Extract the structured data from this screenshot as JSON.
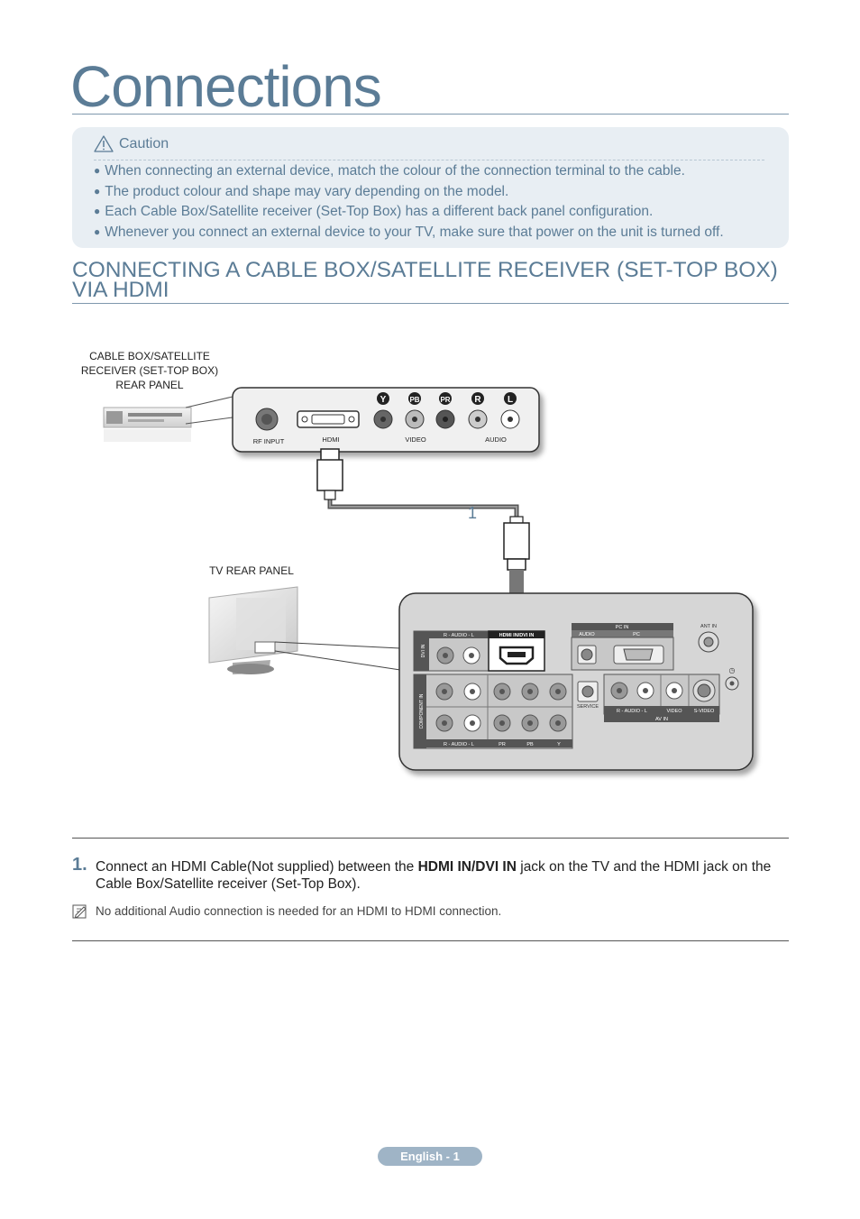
{
  "page": {
    "title": "Connections",
    "footer": "English - 1"
  },
  "caution": {
    "label": "Caution",
    "items": [
      "When connecting an external device, match the colour of the connection terminal to the cable.",
      "The product colour and shape may vary depending on the model.",
      "Each Cable Box/Satellite receiver (Set-Top Box) has a different back panel configuration.",
      "Whenever you connect an external device to your TV, make sure that power on the unit is turned off."
    ]
  },
  "section": {
    "title": "CONNECTING A CABLE BOX/SATELLITE RECEIVER (SET-TOP BOX) VIA HDMI"
  },
  "diagram": {
    "stb_label_lines": [
      "CABLE BOX/SATELLITE",
      "RECEIVER (SET-TOP BOX)",
      "REAR PANEL"
    ],
    "tv_label": "TV REAR PANEL",
    "stb_ports": {
      "rf": "RF INPUT",
      "hdmi": "HDMI",
      "video": "VIDEO",
      "audio": "AUDIO",
      "jack_letters": [
        "Y",
        "PB",
        "PR",
        "R",
        "L"
      ]
    },
    "cable_number": "1",
    "tv_ports": {
      "dvi_in": "DVI IN",
      "audio_top": "R - AUDIO - L",
      "hdmi_in": "HDMI IN/DVI IN",
      "pc_in": "PC IN",
      "pc_audio": "AUDIO",
      "pc": "PC",
      "ant_in": "ANT IN",
      "component_in": "COMPONENT IN",
      "service": "SERVICE",
      "av_audio": "R - AUDIO - L",
      "av_video": "VIDEO",
      "s_video": "S-VIDEO",
      "av_in": "AV IN",
      "comp_audio": "R - AUDIO - L",
      "comp_pr": "PR",
      "comp_pb": "PB",
      "comp_y": "Y"
    }
  },
  "steps": [
    {
      "number": "1.",
      "text_before": "Connect an HDMI Cable(Not supplied) between the ",
      "bold": "HDMI IN/DVI IN",
      "text_after": " jack on the TV and the HDMI jack on the Cable Box/Satellite receiver (Set-Top Box)."
    }
  ],
  "note": {
    "text": "No additional Audio connection is needed for an HDMI to HDMI connection."
  },
  "colors": {
    "accent": "#5b7c96",
    "caution_bg": "#e8eef3",
    "footer_bg": "#9fb4c6"
  }
}
